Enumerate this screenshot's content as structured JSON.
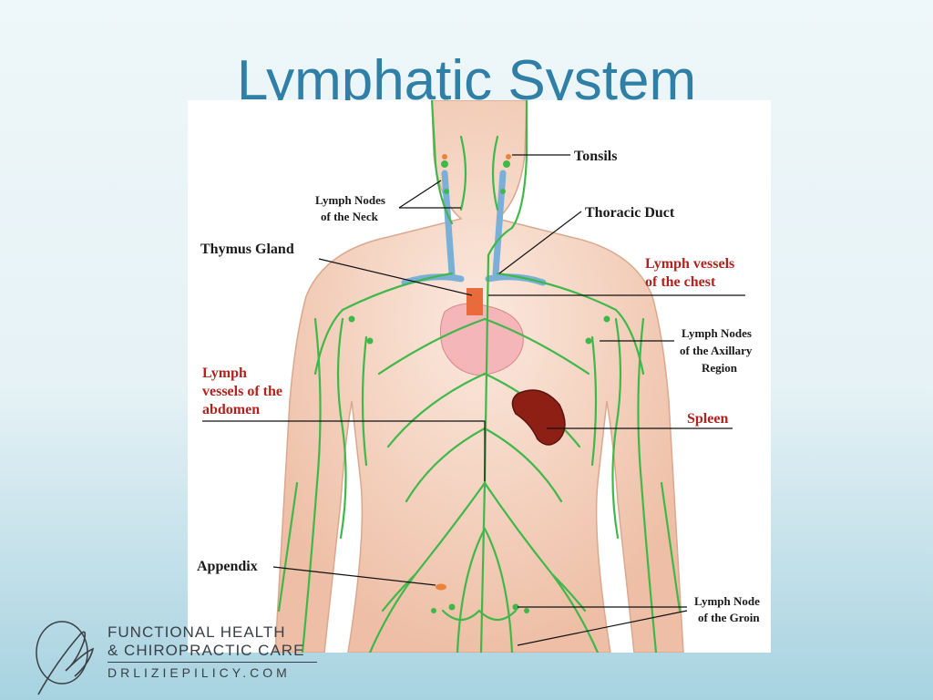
{
  "slide": {
    "title": "Lymphatic System"
  },
  "diagram": {
    "labels": {
      "tonsils": "Tonsils",
      "neck_nodes_1": "Lymph Nodes",
      "neck_nodes_2": "of the Neck",
      "thoracic_duct": "Thoracic Duct",
      "thymus": "Thymus Gland",
      "chest_vessels_1": "Lymph vessels",
      "chest_vessels_2": "of the chest",
      "axillary_1": "Lymph Nodes",
      "axillary_2": "of the Axillary",
      "axillary_3": "Region",
      "abdomen_1": "Lymph",
      "abdomen_2": "vessels of the",
      "abdomen_3": "abdomen",
      "spleen": "Spleen",
      "appendix": "Appendix",
      "groin_1": "Lymph Node",
      "groin_2": "of the Groin"
    },
    "colors": {
      "black_label": "#1a1a1a",
      "red_label": "#b0231e",
      "lymph_green": "#3fb84a",
      "skin": "#f3d2c0",
      "vein_blue": "#7ab0d8",
      "spleen": "#8e1f14"
    }
  },
  "logo": {
    "line1": "FUNCTIONAL HEALTH",
    "line2": "& CHIROPRACTIC CARE",
    "url": "DRLIZIEPILICY.COM"
  }
}
